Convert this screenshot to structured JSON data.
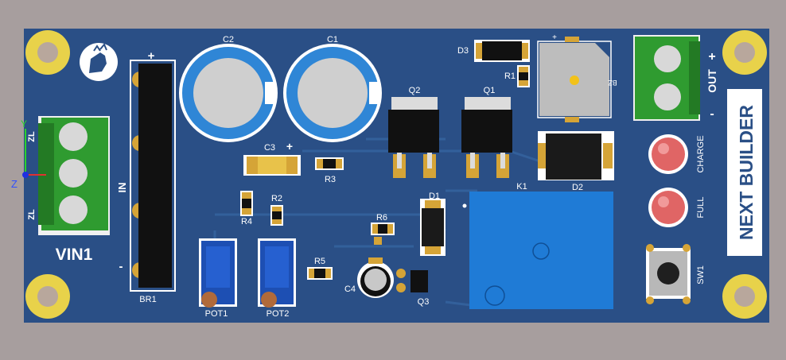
{
  "colors": {
    "background": "#a79e9e",
    "pcb": "#2a4f86",
    "silkscreen": "#ffffff",
    "pad": "#d5a437",
    "terminal_green": "#2f9b30",
    "relay_blue": "#1f7bd6",
    "pot_blue": "#1d4fb3",
    "led_red": "#e06565",
    "capacitor_blue": "#2f86d6"
  },
  "labels": {
    "vin": "VIN1",
    "br": "BR1",
    "in": "IN",
    "plus": "+",
    "minus": "-",
    "c1": "C1",
    "c2": "C2",
    "c3": "C3",
    "c4": "C4",
    "d1": "D1",
    "d2": "D2",
    "d3": "D3",
    "q1": "Q1",
    "q2": "Q2",
    "q3": "Q3",
    "r1": "R1",
    "r2": "R2",
    "r3": "R3",
    "r4": "R4",
    "r5": "R5",
    "r6": "R6",
    "k1": "K1",
    "bz": "BZ",
    "pot1": "POT1",
    "pot2": "POT2",
    "charge": "CHARGE",
    "full": "FULL",
    "sw1": "SW1",
    "out": "OUT",
    "brand": "NEXT BUILDER",
    "zl": "ZL",
    "axis_y": "Y",
    "axis_z": "Z"
  },
  "icons": {
    "logo": "hand-logo-icon",
    "mounting_hole": "mounting-hole-icon"
  }
}
